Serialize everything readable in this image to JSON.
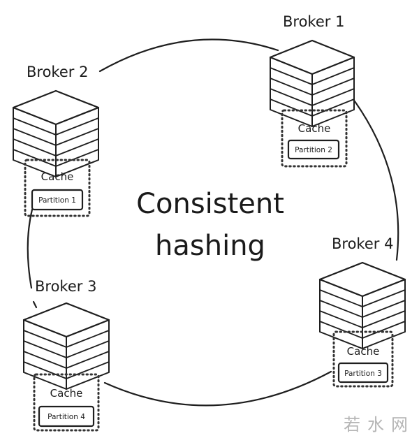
{
  "diagram": {
    "title_line1": "Consistent",
    "title_line2": "hashing",
    "watermark": "若水网",
    "colors": {
      "ink": "#1e1e1e",
      "background": "#ffffff",
      "watermark": "#b5b5b5"
    },
    "brokers": [
      {
        "id": "broker-1",
        "label": "Broker 1",
        "cache_label": "Cache",
        "partition_label": "Partition 2"
      },
      {
        "id": "broker-2",
        "label": "Broker 2",
        "cache_label": "Cache",
        "partition_label": "Partition 1"
      },
      {
        "id": "broker-3",
        "label": "Broker 3",
        "cache_label": "Cache",
        "partition_label": "Partition 4"
      },
      {
        "id": "broker-4",
        "label": "Broker 4",
        "cache_label": "Cache",
        "partition_label": "Partition 3"
      }
    ]
  }
}
